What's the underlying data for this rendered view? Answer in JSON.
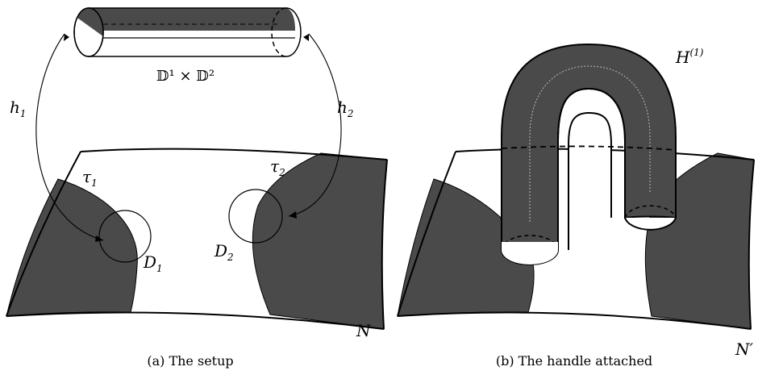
{
  "left_panel": {
    "cylinder_label": "𝔻¹ × 𝔻²",
    "h1": {
      "base": "h",
      "sub": "1"
    },
    "h2": {
      "base": "h",
      "sub": "2"
    },
    "tau1": {
      "base": "τ",
      "sub": "1"
    },
    "tau2": {
      "base": "τ",
      "sub": "2"
    },
    "d1": {
      "base": "D",
      "sub": "1"
    },
    "d2": {
      "base": "D",
      "sub": "2"
    },
    "manifold": "N",
    "caption": "(a) The setup"
  },
  "right_panel": {
    "handle": {
      "base": "H",
      "sup": "(1)"
    },
    "manifold": "N′",
    "caption": "(b) The handle attached"
  },
  "colors": {
    "shade": "#4a4a4a",
    "stroke": "#000000",
    "background": "#ffffff"
  }
}
